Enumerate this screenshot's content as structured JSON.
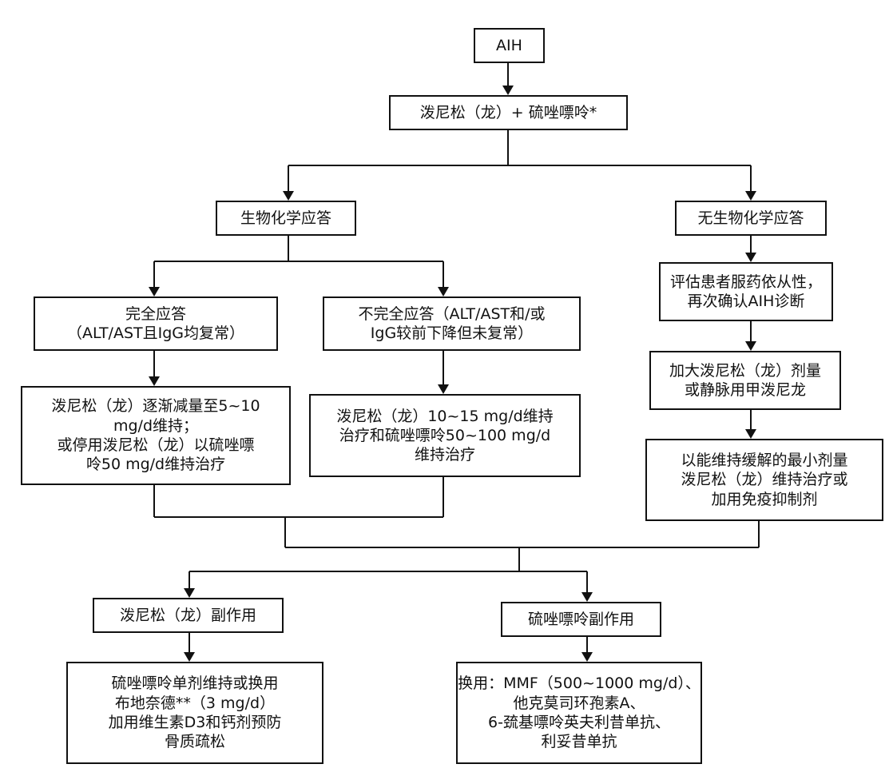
{
  "nodes": {
    "aih": {
      "lines": [
        "AIH"
      ]
    },
    "initial_treatment": {
      "lines": [
        "泼尼松（龙）+ 硫唑嘌呤*"
      ]
    },
    "biochemical_response": {
      "lines": [
        "生物化学应答"
      ]
    },
    "no_biochemical_response": {
      "lines": [
        "无生物化学应答"
      ]
    },
    "complete_response": {
      "lines": [
        "完全应答",
        "（ALT/AST且IgG均复常）"
      ]
    },
    "incomplete_response": {
      "lines": [
        "不完全应答（ALT/AST和/或",
        "IgG较前下降但未复常）"
      ]
    },
    "assess_adherence": {
      "lines": [
        "评估患者服药依从性，",
        "再次确认AIH诊断"
      ]
    },
    "taper_maintenance": {
      "lines": [
        "泼尼松（龙）逐渐减量至5~10",
        "mg/d维持；",
        "或停用泼尼松（龙）以硫唑嘌",
        "呤50 mg/d维持治疗"
      ]
    },
    "incomplete_maintenance": {
      "lines": [
        "泼尼松（龙）10~15 mg/d维持",
        "治疗和硫唑嘌呤50~100 mg/d",
        "维持治疗"
      ]
    },
    "increase_dose": {
      "lines": [
        "加大泼尼松（龙）剂量",
        "或静脉用甲泼尼龙"
      ]
    },
    "minimum_dose": {
      "lines": [
        "以能维持缓解的最小剂量",
        "泼尼松（龙）维持治疗或",
        "加用免疫抑制剂"
      ]
    },
    "prednisone_side_effects": {
      "lines": [
        "泼尼松（龙）副作用"
      ]
    },
    "azathioprine_side_effects": {
      "lines": [
        "硫唑嘌呤副作用"
      ]
    },
    "prednisone_alternative": {
      "lines": [
        "硫唑嘌呤单剂维持或换用",
        "布地奈德**（3 mg/d）",
        "加用维生素D3和钙剂预防",
        "骨质疏松"
      ]
    },
    "azathioprine_alternative": {
      "lines": [
        "换用：MMF（500~1000 mg/d）、",
        "他克莫司环孢素A、",
        "6-巯基嘌呤英夫利昔单抗、",
        "利妥昔单抗"
      ]
    }
  }
}
